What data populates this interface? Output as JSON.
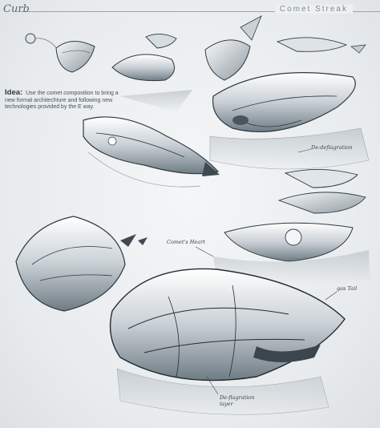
{
  "header": {
    "logo_text": "Curb",
    "title": "Comet Streak"
  },
  "idea": {
    "label": "Idea:",
    "text": "Use the comet composition to bring a new formal architechture and following new technologies provided by the E way."
  },
  "annotations": {
    "de_deflagration_top": "De-deflagration",
    "comets_heart": "Comet's Heart",
    "gas_tail": "gas Tail",
    "deflagration_layer": "De-flagration layer"
  },
  "colors": {
    "paper": "#eaedef",
    "ink": "#2f3a42",
    "shade": "#7d8a93",
    "highlight": "#ffffff"
  }
}
